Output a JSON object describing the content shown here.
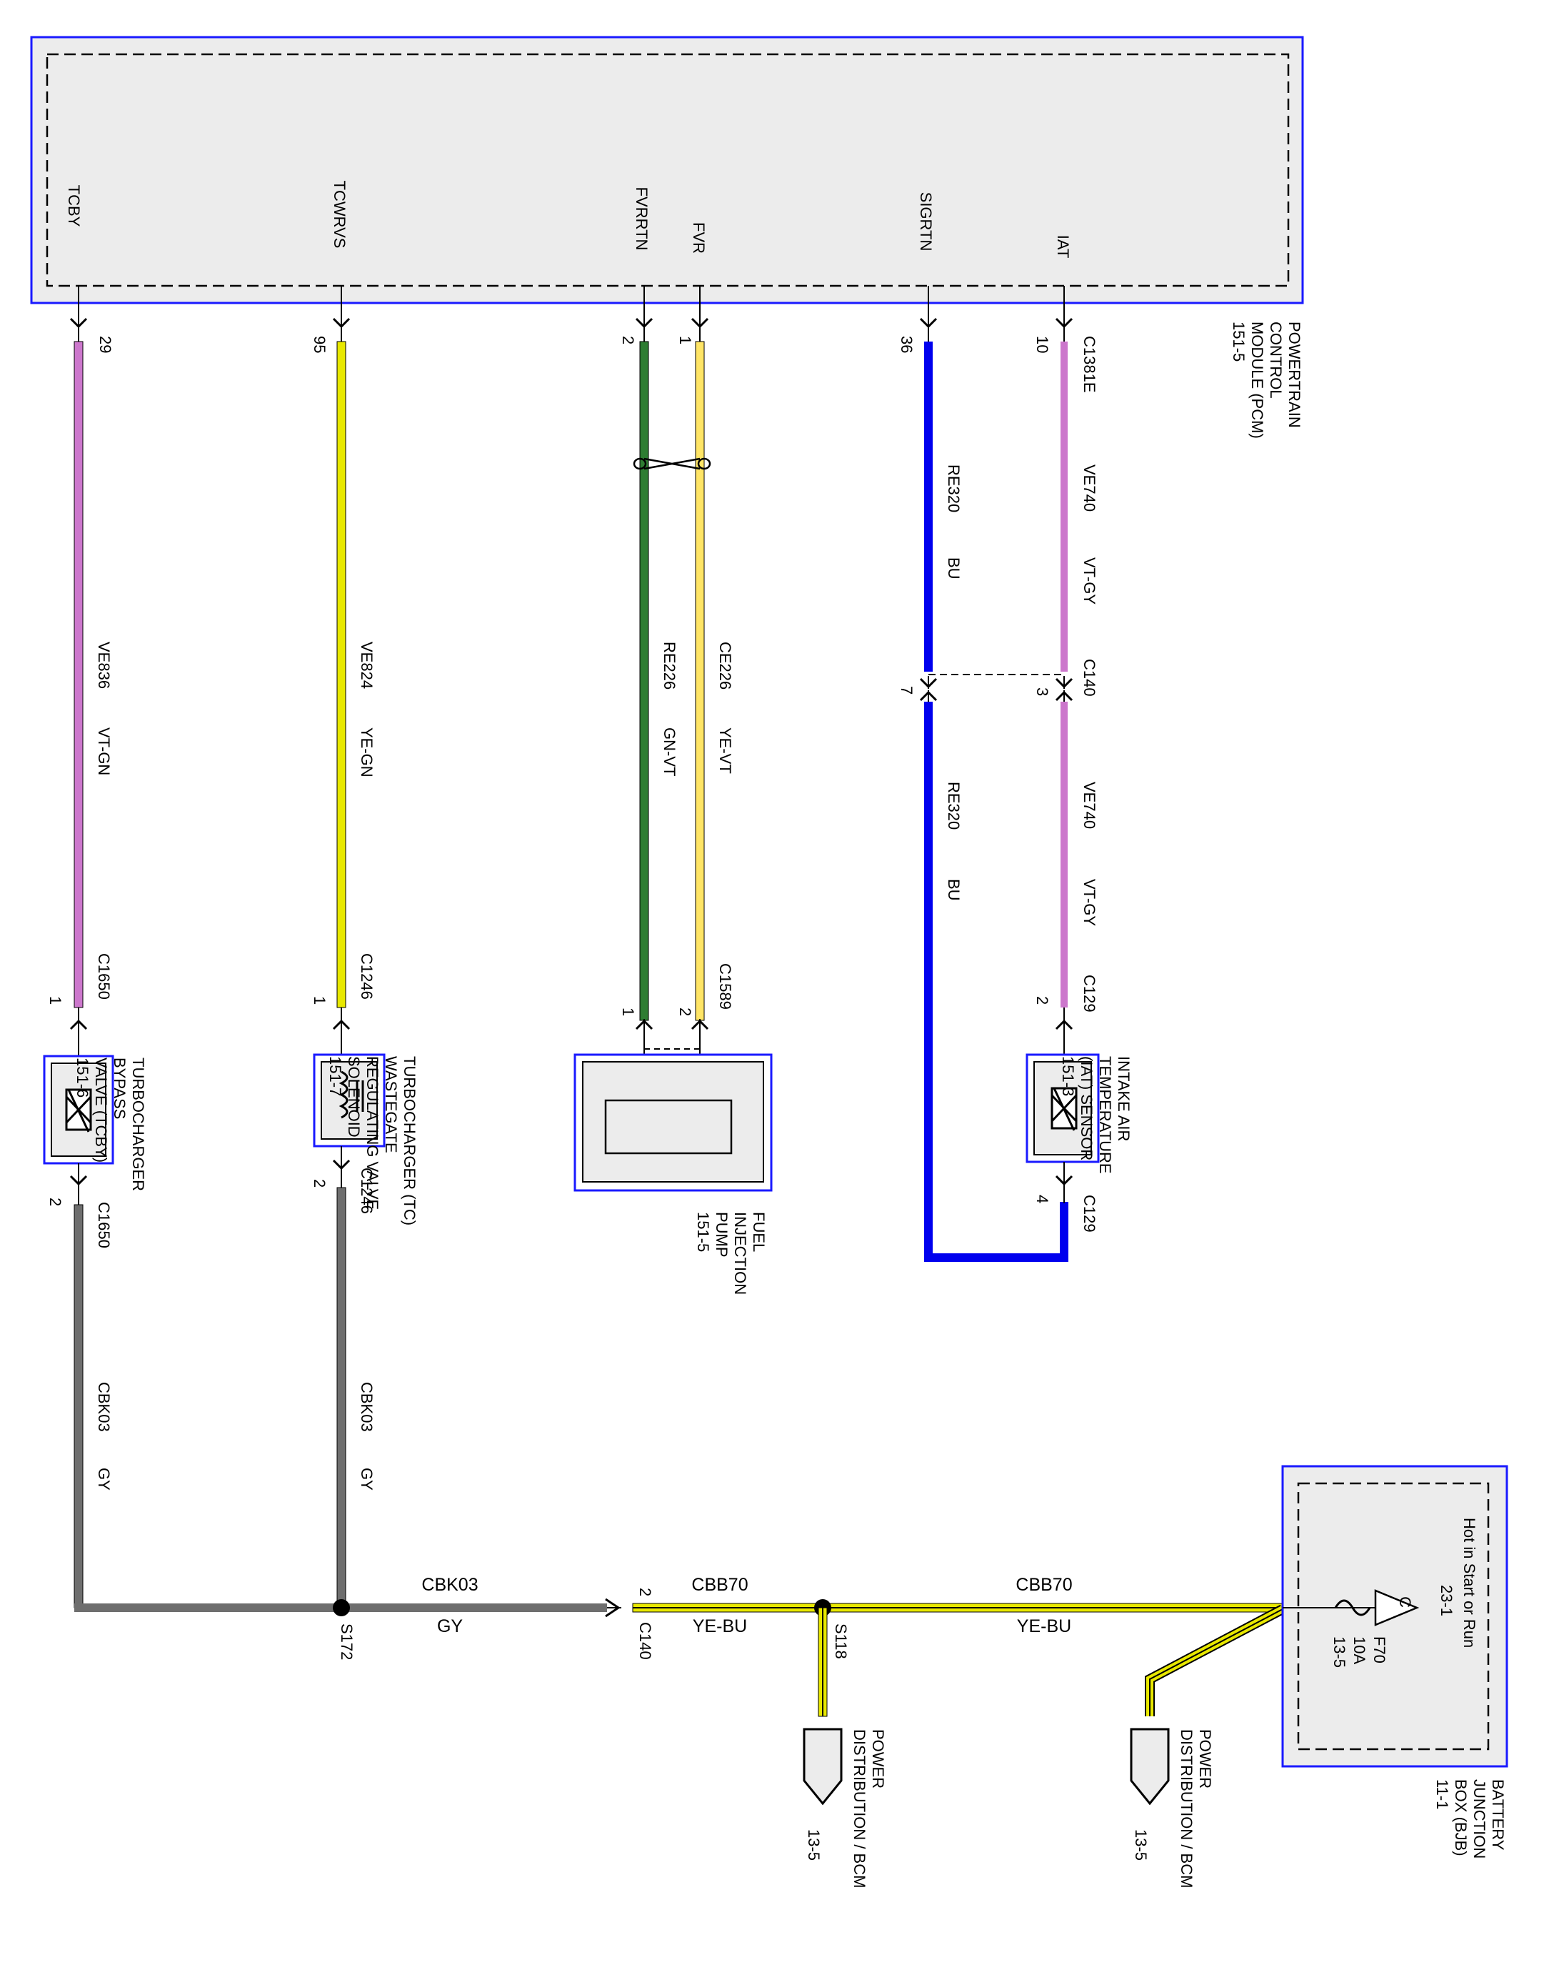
{
  "colors": {
    "module_border": "#1a1aff",
    "module_fill": "#ececec",
    "wire_vt": "#cc77cc",
    "wire_ye": "#e8e800",
    "wire_fvr": "#ffe566",
    "wire_gn": "#2e7d32",
    "wire_bu": "#0000ee",
    "wire_gy": "#6e6e6e",
    "ink": "#000000"
  },
  "pcm": {
    "name": "POWERTRAIN\nCONTROL\nMODULE (PCM)\n151-5",
    "pins": {
      "tcby": "TCBY",
      "tcwrvs": "TCWRVS",
      "fvrrtn": "FVRRTN",
      "fvr": "FVR",
      "sigrtn": "SIGRTN",
      "iat": "IAT"
    },
    "connector": "C1381E"
  },
  "circuits": {
    "tcby": {
      "pin_pcm": "29",
      "circuit": "VE836",
      "color": "VT-GN",
      "connector": "C1650",
      "pin_dev_a": "1",
      "pin_dev_b": "2",
      "conn_b": "C1650"
    },
    "tcwrvs": {
      "pin_pcm": "95",
      "circuit": "VE824",
      "color": "YE-GN",
      "connector": "C1246",
      "pin_dev_a": "1",
      "pin_dev_b": "2",
      "conn_b": "C1246"
    },
    "fvrrtn": {
      "pin_pcm": "2",
      "circuit": "RE226",
      "color": "GN-VT",
      "pin_dev": "1"
    },
    "fvr": {
      "pin_pcm": "1",
      "circuit": "CE226",
      "color": "YE-VT",
      "pin_dev": "2",
      "connector": "C1589"
    },
    "sigrtn": {
      "pin_pcm": "36",
      "circuit": "RE320",
      "color": "BU",
      "inline_pin": "7",
      "circuit2": "RE320",
      "color2": "BU"
    },
    "iat": {
      "pin_pcm": "10",
      "circuit": "VE740",
      "color": "VT-GY",
      "inline_conn": "C140",
      "inline_pin": "3",
      "circuit2": "VE740",
      "color2": "VT-GY",
      "dev_pin_a": "2",
      "dev_conn_a": "C129",
      "dev_pin_b": "4",
      "dev_conn_b": "C129"
    }
  },
  "devices": {
    "tcby": "TURBOCHARGER\nBYPASS\nVALVE (TCBY)\n151-6",
    "tcwrv": "TURBOCHARGER (TC)\nWASTEGATE\nREGULATING VALVE\nSOLENOID\n151-7",
    "fip": "FUEL\nINJECTION\nPUMP\n151-5",
    "iat": "INTAKE AIR\nTEMPERATURE\n(IAT) SENSOR\n151-3"
  },
  "ground": {
    "circuit": "CBK03",
    "color": "GY",
    "splice": "S172",
    "conn": "C140",
    "pin": "2"
  },
  "power": {
    "circuit": "CBB70",
    "color": "YE-BU",
    "splice": "S118",
    "pd_label": "POWER\nDISTRIBUTION / BCM",
    "pd_ref": "13-5"
  },
  "bjb": {
    "name": "BATTERY\nJUNCTION\nBOX (BJB)\n11-1",
    "hot": "Hot in Start or Run",
    "hot_ref": "23-1",
    "hot_symbol": "C",
    "fuse": "F70",
    "amps": "10A",
    "fuse_ref": "13-5"
  }
}
